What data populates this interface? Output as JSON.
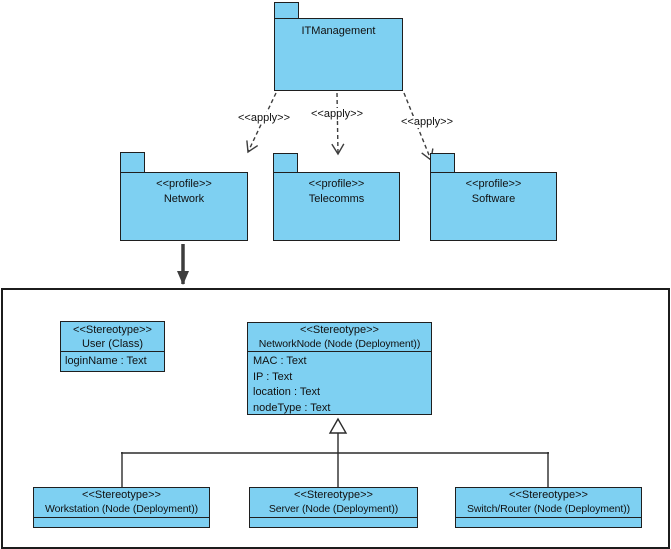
{
  "colors": {
    "shape_fill": "#7ED0F2",
    "shape_border": "#1F1F1F",
    "connector": "#3D3D3D",
    "background": "#FFFFFF"
  },
  "packages": {
    "it_management": {
      "name": "ITManagement"
    },
    "network": {
      "stereotype": "<<profile>>",
      "name": "Network"
    },
    "telecomms": {
      "stereotype": "<<profile>>",
      "name": "Telecomms"
    },
    "software": {
      "stereotype": "<<profile>>",
      "name": "Software"
    }
  },
  "apply_labels": [
    "<<apply>>",
    "<<apply>>",
    "<<apply>>"
  ],
  "stereotypes": {
    "user": {
      "stereotype": "<<Stereotype>>",
      "name": "User (Class)",
      "attributes": [
        "loginName : Text"
      ]
    },
    "network_node": {
      "stereotype": "<<Stereotype>>",
      "name": "NetworkNode (Node (Deployment))",
      "attributes": [
        "MAC : Text",
        "IP : Text",
        "location : Text",
        "nodeType : Text"
      ]
    },
    "workstation": {
      "stereotype": "<<Stereotype>>",
      "name": "Workstation (Node (Deployment))"
    },
    "server": {
      "stereotype": "<<Stereotype>>",
      "name": "Server (Node (Deployment))"
    },
    "switch_router": {
      "stereotype": "<<Stereotype>>",
      "name": "Switch/Router (Node (Deployment))"
    }
  }
}
